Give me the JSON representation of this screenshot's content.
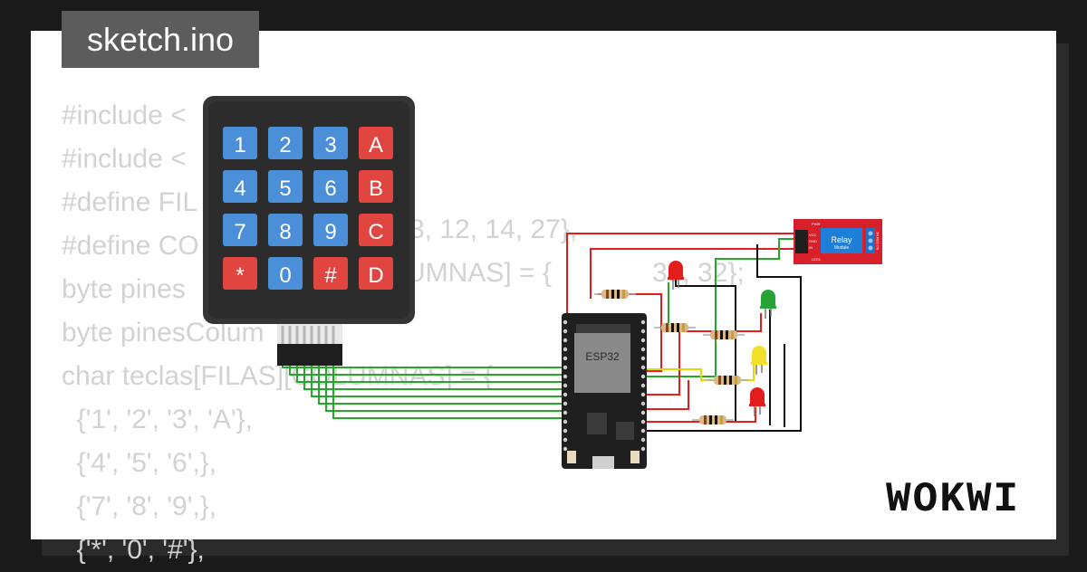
{
  "title": "sketch.ino",
  "logo": "WOKWI",
  "code_lines": [
    "#include <",
    "#include <",
    "#define FIL",
    "#define CO",
    "byte pines",
    "byte pinesColum",
    "char teclas[FILAS][COLUMNAS] = {",
    "  {'1', '2', '3', 'A'},",
    "  {'4', '5', '6',},",
    "  {'7', '8', '9',},",
    "  {'*', '0', '#'},"
  ],
  "code_fragments": [
    "3, 12, 14, 27},",
    "[COLUMNAS] = {",
    "33, 32};"
  ],
  "keypad": {
    "rows": [
      [
        "1",
        "2",
        "3",
        "A"
      ],
      [
        "4",
        "5",
        "6",
        "B"
      ],
      [
        "7",
        "8",
        "9",
        "C"
      ],
      [
        "*",
        "0",
        "#",
        "D"
      ]
    ]
  },
  "esp32": {
    "label": "ESP32"
  },
  "relay": {
    "label": "Relay",
    "sublabel": "Module",
    "pins": [
      "VCC",
      "GND",
      "IN"
    ],
    "side_labels": [
      "PWR",
      "LED1"
    ],
    "terminal_label": "NO COM NC"
  },
  "colors": {
    "background": "#1a1a1a",
    "frame": "#ffffff",
    "tab": "#5c5c5c",
    "code_text": "#d2d2d2",
    "key_number": "#4a8fd8",
    "key_letter": "#e0453f",
    "wire_green": "#23a923",
    "wire_red": "#e51c1c",
    "wire_black": "#111111",
    "wire_yellow": "#e6d700"
  }
}
